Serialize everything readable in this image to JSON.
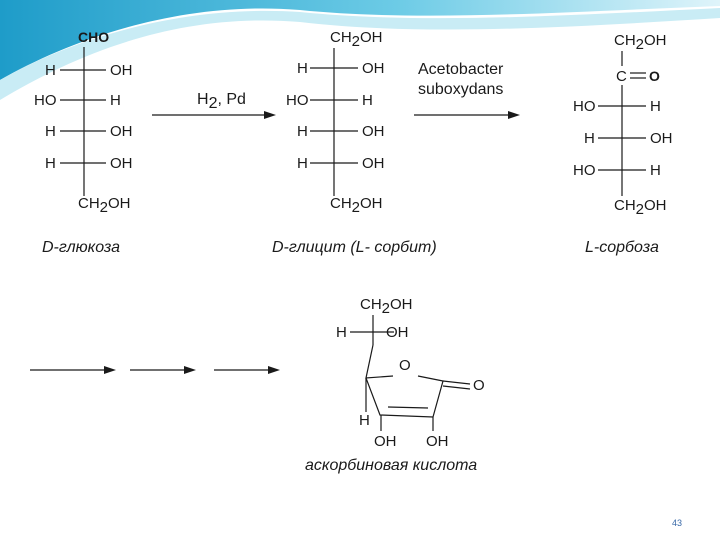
{
  "colors": {
    "accent_blue": "#3fb0d6",
    "accent_light": "#c9ecf5",
    "text": "#1a1a1a",
    "page_number": "#3a6aa8"
  },
  "glucose": {
    "caption": "D-глюкоза",
    "top": "CHO",
    "rows": [
      {
        "left": "H",
        "right": "OH"
      },
      {
        "left": "HO",
        "right": "H"
      },
      {
        "left": "H",
        "right": "OH"
      },
      {
        "left": "H",
        "right": "OH"
      }
    ],
    "bottom": {
      "main": "CH",
      "sub": "2",
      "tail": "OH"
    }
  },
  "glucitol": {
    "caption": "D-глицит (L- сорбит)",
    "top": {
      "main": "CH",
      "sub": "2",
      "tail": "OH"
    },
    "rows": [
      {
        "left": "H",
        "right": "OH"
      },
      {
        "left": "HO",
        "right": "H"
      },
      {
        "left": "H",
        "right": "OH"
      },
      {
        "left": "H",
        "right": "OH"
      }
    ],
    "bottom": {
      "main": "CH",
      "sub": "2",
      "tail": "OH"
    }
  },
  "sorbose": {
    "caption": "L-сорбоза",
    "top": {
      "main": "CH",
      "sub": "2",
      "tail": "OH"
    },
    "carbonyl": {
      "c": "C",
      "o": "O"
    },
    "rows": [
      {
        "left": "HO",
        "right": "H"
      },
      {
        "left": "H",
        "right": "OH"
      },
      {
        "left": "HO",
        "right": "H"
      }
    ],
    "bottom": {
      "main": "CH",
      "sub": "2",
      "tail": "OH"
    }
  },
  "reaction1": {
    "reagent_main": "H",
    "reagent_sub": "2",
    "reagent_tail": ", Pd"
  },
  "reaction2": {
    "line1": "Acetobacter",
    "line2": "suboxydans"
  },
  "ascorbic": {
    "caption": "аскорбиновая  кислота",
    "side_top": {
      "main": "CH",
      "sub": "2",
      "tail": "OH"
    },
    "side_left": "H",
    "side_right": "OH",
    "ring_o": "O",
    "carbonyl_o": "O",
    "ring_h": "H",
    "enol_left": "OH",
    "enol_right": "OH"
  },
  "page_number": "43"
}
